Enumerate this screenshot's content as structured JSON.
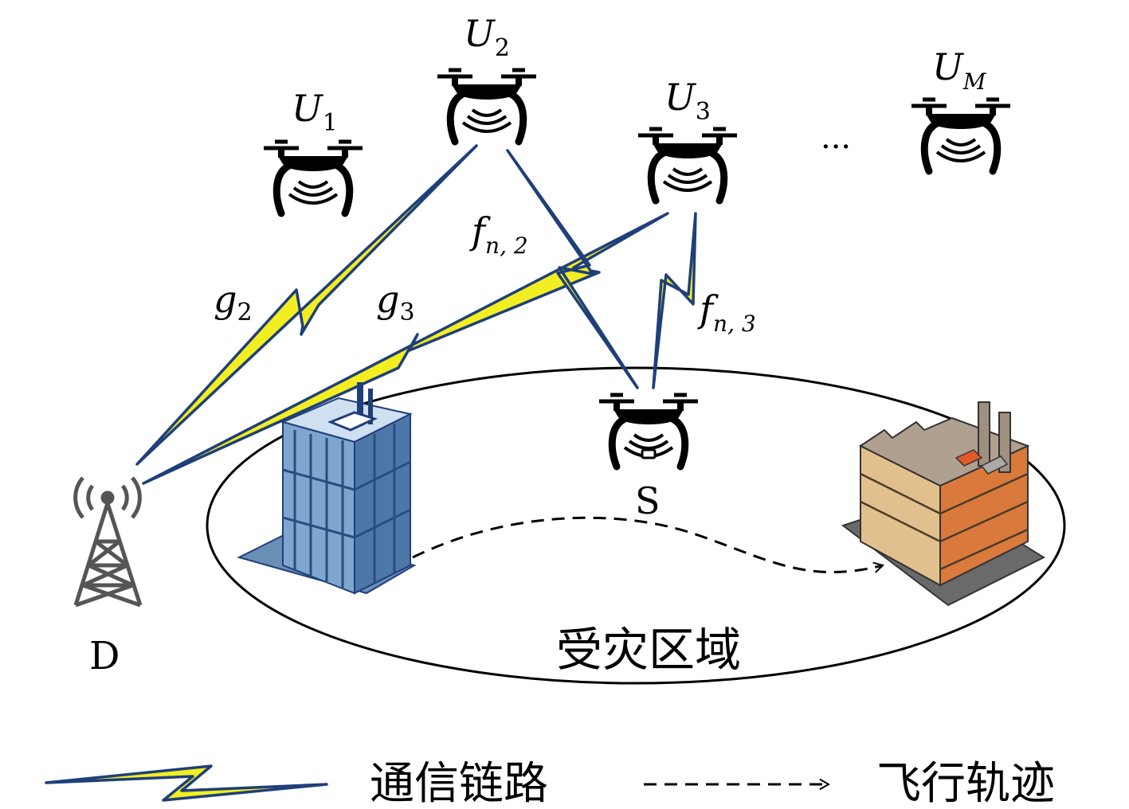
{
  "drones": {
    "u1": {
      "main": "U",
      "sub": "1"
    },
    "u2": {
      "main": "U",
      "sub": "2"
    },
    "u3": {
      "main": "U",
      "sub": "3"
    },
    "um": {
      "main": "U",
      "sub": "M"
    },
    "ellipsis": "···",
    "source": "S"
  },
  "station": {
    "label": "D"
  },
  "links": {
    "g2": {
      "main": "g",
      "sub": "2"
    },
    "g3": {
      "main": "g",
      "sub": "3"
    },
    "f_n2": {
      "main": "f",
      "sub": "n, 2"
    },
    "f_n3": {
      "main": "f",
      "sub": "n, 3"
    }
  },
  "area": {
    "label": "受灾区域"
  },
  "legend": {
    "link_label": "通信链路",
    "trajectory_label": "飞行轨迹"
  },
  "colors": {
    "link_blue": "#1f3f7a",
    "link_yellow": "#f2ee22",
    "building_blue": "#6f97c2",
    "factory_orange": "#d97a3c"
  }
}
